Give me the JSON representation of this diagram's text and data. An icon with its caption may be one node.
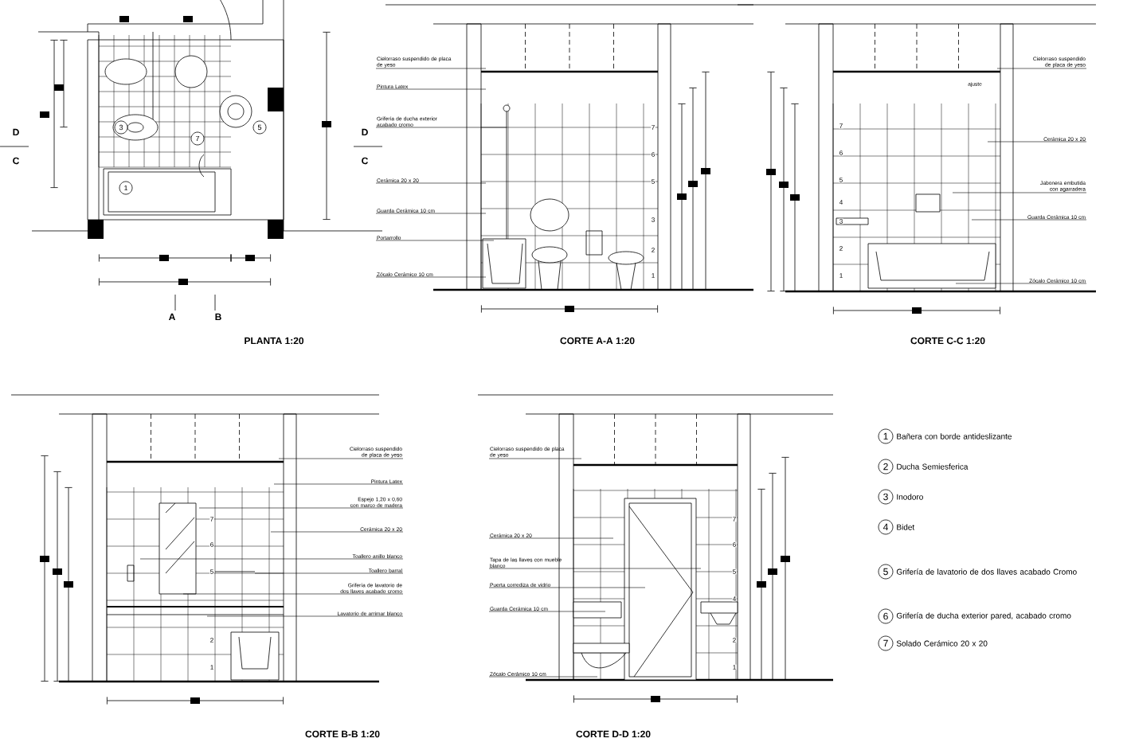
{
  "diagram": {
    "nodes": [
      {
        "text": [
          "1"
        ],
        "beside": [
          "Bañera con borde antideslizante"
        ]
      },
      {
        "text": [
          "2"
        ],
        "beside": [
          "Ducha Semiesferica"
        ]
      },
      {
        "text": [
          "3"
        ],
        "beside": [
          "Inodoro"
        ]
      },
      {
        "text": [
          "4"
        ],
        "beside": [
          "Bidet"
        ]
      },
      {
        "text": [
          "5"
        ],
        "beside": [
          "Grifería de lavatorio de dos llaves acabado Cromo"
        ]
      },
      {
        "text": [
          "6"
        ],
        "beside": [
          "Grifería de ducha exterior pared, acabado cromo"
        ]
      },
      {
        "text": [
          "7"
        ],
        "beside": [
          "Solado Cerámico 20 x 20"
        ]
      },
      {
        "text": [
          "Cielorraso suspendido de placa de yeso"
        ]
      },
      {
        "text": [
          "Pintura Latex"
        ]
      },
      {
        "text": [
          "Grifería de ducha exterior acabado cromo"
        ]
      },
      {
        "text": [
          "Cerámica 20 x 20"
        ]
      },
      {
        "text": [
          "Guarda Cerámica 10 cm"
        ]
      },
      {
        "text": [
          "Portarrollo"
        ]
      },
      {
        "text": [
          "Zócalo Cerámico 10 cm"
        ]
      },
      {
        "text": [
          "Cielorraso suspendido de placa de yeso"
        ]
      },
      {
        "text": [
          "Cerámica 20 x 20"
        ]
      },
      {
        "text": [
          "Jabonera embutida con agarradera"
        ]
      },
      {
        "text": [
          "Guarda Cerámica 10 cm"
        ]
      },
      {
        "text": [
          "Zócalo Cerámico 10 cm"
        ]
      },
      {
        "text": [
          "Cielorraso suspendido de placa de yeso"
        ]
      },
      {
        "text": [
          "Pintura Latex"
        ]
      },
      {
        "text": [
          "Espejo 1,20 x 0,60 con marco de madera"
        ]
      },
      {
        "text": [
          "Cerámica 20 x 20"
        ]
      },
      {
        "text": [
          "Toallero anillo blanco"
        ]
      },
      {
        "text": [
          "Toallero barral"
        ]
      },
      {
        "text": [
          "Grifería de lavatorio de dos llaves acabado cromo"
        ]
      },
      {
        "text": [
          "Lavatorio de arrimar blanco"
        ]
      },
      {
        "text": [
          "Cielorraso suspendido de placa de yeso"
        ]
      },
      {
        "text": [
          "Cerámica 20 x 20"
        ]
      },
      {
        "text": [
          "Tapa de las llaves con mueble blanco"
        ]
      },
      {
        "text": [
          "Puerta corrediza de vidrio"
        ]
      },
      {
        "text": [
          "Guarda Cerámica 10 cm"
        ]
      },
      {
        "text": [
          "Zócalo Cerámico 10 cm"
        ]
      }
    ],
    "edges": [
      {
        "from": 7,
        "to": null,
        "arrow": "none"
      },
      {
        "from": 8,
        "to": null,
        "arrow": "none"
      },
      {
        "from": 9,
        "to": null,
        "arrow": "none"
      },
      {
        "from": 10,
        "to": null,
        "arrow": "none"
      },
      {
        "from": 11,
        "to": null,
        "arrow": "none"
      },
      {
        "from": 12,
        "to": null,
        "arrow": "none"
      },
      {
        "from": 13,
        "to": null,
        "arrow": "none"
      },
      {
        "from": 14,
        "to": null,
        "arrow": "none"
      },
      {
        "from": 15,
        "to": null,
        "arrow": "none"
      },
      {
        "from": 16,
        "to": null,
        "arrow": "none"
      },
      {
        "from": 17,
        "to": null,
        "arrow": "none"
      },
      {
        "from": 18,
        "to": null,
        "arrow": "none"
      },
      {
        "from": 19,
        "to": null,
        "arrow": "none"
      },
      {
        "from": 20,
        "to": null,
        "arrow": "none"
      },
      {
        "from": 21,
        "to": null,
        "arrow": "none"
      },
      {
        "from": 22,
        "to": null,
        "arrow": "none"
      },
      {
        "from": 23,
        "to": null,
        "arrow": "none"
      },
      {
        "from": 24,
        "to": null,
        "arrow": "none"
      },
      {
        "from": 25,
        "to": null,
        "arrow": "none"
      },
      {
        "from": 26,
        "to": null,
        "arrow": "none"
      },
      {
        "from": 27,
        "to": null,
        "arrow": "none"
      },
      {
        "from": 28,
        "to": null,
        "arrow": "none"
      },
      {
        "from": 29,
        "to": null,
        "arrow": "none"
      },
      {
        "from": 30,
        "to": null,
        "arrow": "none"
      },
      {
        "from": 31,
        "to": null,
        "arrow": "none"
      },
      {
        "from": 32,
        "to": null,
        "arrow": "none"
      }
    ],
    "labels": [
      "D",
      "C",
      "D",
      "C",
      "1",
      "3",
      "5",
      "7",
      "A",
      "B",
      "PLANTA 1:20",
      "7",
      "6",
      "5",
      "3",
      "2",
      "1",
      "CORTE A-A 1:20",
      "ajuste",
      "7",
      "6",
      "5",
      "4",
      "3",
      "2",
      "1",
      "CORTE C-C 1:20",
      "7",
      "6",
      "5",
      "2",
      "1",
      "CORTE B-B 1:20",
      "7",
      "6",
      "5",
      "4",
      "2",
      "1",
      "CORTE D-D 1:20"
    ]
  }
}
